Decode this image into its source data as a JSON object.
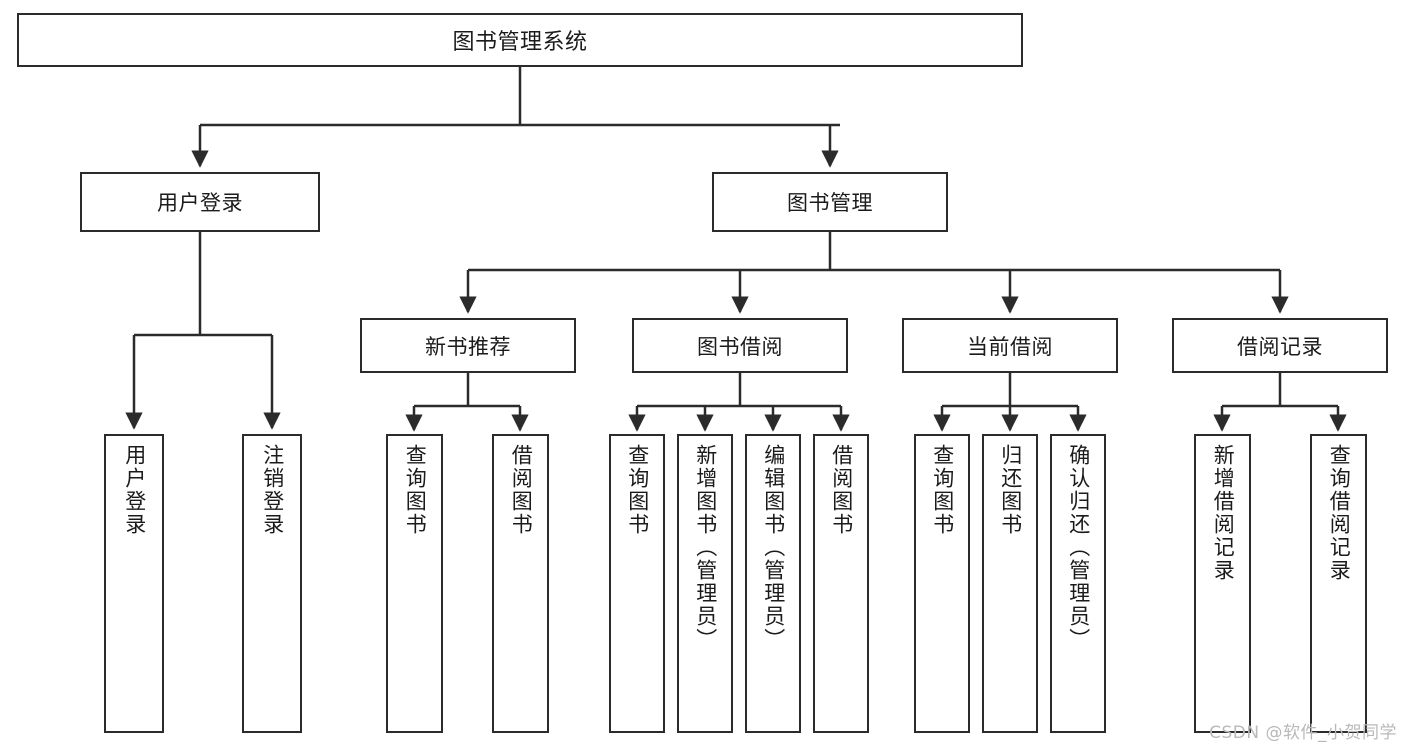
{
  "diagram": {
    "type": "tree-hierarchy",
    "title": "图书管理系统",
    "orientation": "top-down",
    "colors": {
      "stroke": "#2b2b2b",
      "fill": "#ffffff",
      "text": "#1b1b1b",
      "watermark": "#b9b9b9"
    },
    "root": {
      "label": "图书管理系统"
    },
    "level2": [
      {
        "id": "user-login",
        "label": "用户登录"
      },
      {
        "id": "book-manage",
        "label": "图书管理"
      }
    ],
    "level3": [
      {
        "id": "new-book-recommend",
        "label": "新书推荐"
      },
      {
        "id": "book-borrow",
        "label": "图书借阅"
      },
      {
        "id": "current-borrow",
        "label": "当前借阅"
      },
      {
        "id": "borrow-record",
        "label": "借阅记录"
      }
    ],
    "leaves": {
      "user_login": [
        {
          "id": "leaf-user-login",
          "label": "用户登录"
        },
        {
          "id": "leaf-logout-login",
          "label": "注销登录"
        }
      ],
      "new_book_recommend": [
        {
          "id": "leaf-query-book-1",
          "label": "查询图书"
        },
        {
          "id": "leaf-borrow-book-1",
          "label": "借阅图书"
        }
      ],
      "book_borrow": [
        {
          "id": "leaf-query-book-2",
          "label": "查询图书"
        },
        {
          "id": "leaf-add-book",
          "label": "新增图书（管理员）"
        },
        {
          "id": "leaf-edit-book",
          "label": "编辑图书（管理员）"
        },
        {
          "id": "leaf-borrow-book-2",
          "label": "借阅图书"
        }
      ],
      "current_borrow": [
        {
          "id": "leaf-query-book-3",
          "label": "查询图书"
        },
        {
          "id": "leaf-return-book",
          "label": "归还图书"
        },
        {
          "id": "leaf-confirm-return",
          "label": "确认归还（管理员）"
        }
      ],
      "borrow_record": [
        {
          "id": "leaf-add-record",
          "label": "新增借阅记录"
        },
        {
          "id": "leaf-query-record",
          "label": "查询借阅记录"
        }
      ]
    }
  },
  "watermark": {
    "text": "CSDN @软件_小贺同学"
  }
}
